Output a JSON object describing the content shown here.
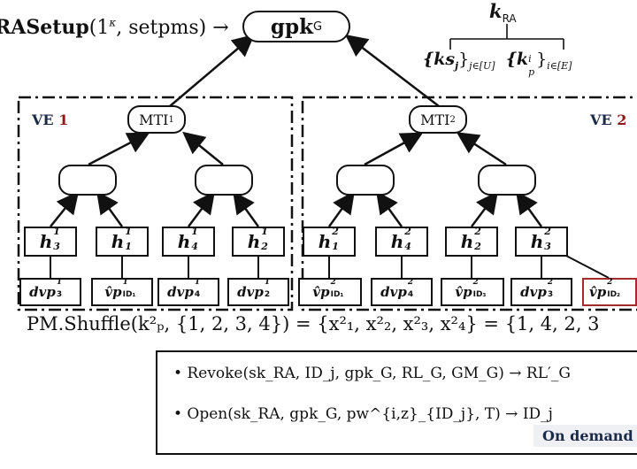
{
  "top": {
    "setup_prefix": "RASetup",
    "setup_args": "(1",
    "setup_kappa": "κ",
    "setup_rest": ", setpms) →",
    "gpk_text": "gpk",
    "gpk_sub": "G"
  },
  "keys": {
    "k_label": "k",
    "k_sub": "RA",
    "ks_text": "{ks",
    "ks_sub_j": "j",
    "ks_close": "}",
    "ks_index": "j∈[U]",
    "kp_text": "{k",
    "kp_sup": "i",
    "kp_sub": "p",
    "kp_close": "}",
    "kp_index": "i∈[E]"
  },
  "ve1": {
    "title": "VE",
    "num": "1",
    "mti_text": "MTI",
    "mti_sub": "1",
    "leaves": [
      {
        "base": "h",
        "sub": "3",
        "sup": "1"
      },
      {
        "base": "h",
        "sub": "1",
        "sup": "1"
      },
      {
        "base": "h",
        "sub": "4",
        "sup": "1"
      },
      {
        "base": "h",
        "sub": "2",
        "sup": "1"
      }
    ],
    "dvps": [
      {
        "base": "dvp",
        "sub": "3",
        "sup": "1"
      },
      {
        "base": "v̂p",
        "sub": "ID₁",
        "sup": "1"
      },
      {
        "base": "dvp",
        "sub": "4",
        "sup": "1"
      },
      {
        "base": "dvp",
        "sub": "2",
        "sup": "1"
      }
    ]
  },
  "ve2": {
    "title": "VE",
    "num": "2",
    "mti_text": "MTI",
    "mti_sub": "2",
    "leaves": [
      {
        "base": "h",
        "sub": "1",
        "sup": "2"
      },
      {
        "base": "h",
        "sub": "4",
        "sup": "2"
      },
      {
        "base": "h",
        "sub": "2",
        "sup": "2"
      },
      {
        "base": "h",
        "sub": "3",
        "sup": "2"
      }
    ],
    "dvps": [
      {
        "base": "v̂p",
        "sub": "ID₁",
        "sup": "2"
      },
      {
        "base": "dvp",
        "sub": "4",
        "sup": "2"
      },
      {
        "base": "v̂p",
        "sub": "ID₃",
        "sup": "2"
      },
      {
        "base": "dvp",
        "sub": "3",
        "sup": "2"
      },
      {
        "base": "v̂p",
        "sub": "ID₂",
        "sup": "2"
      }
    ]
  },
  "shuffle": {
    "text": "PM.Shuffle(k²ₚ, {1, 2, 3, 4}) = {x²₁, x²₂, x²₃, x²₄} = {1, 4, 2, 3"
  },
  "demand": {
    "revoke": "• Revoke(sk_RA, ID_j, gpk_G, RL_G, GM_G) → RL′_G",
    "open": "• Open(sk_RA, gpk_G, pw^{i,z}_{ID_j}, T) → ID_j",
    "badge": "On demand"
  },
  "colors": {
    "ink": "#111111",
    "highlight": "#a52a2a",
    "ve_title": "#1c2a4a",
    "ve_num": "#8b1a1a",
    "badge_bg": "#eef0f4"
  }
}
